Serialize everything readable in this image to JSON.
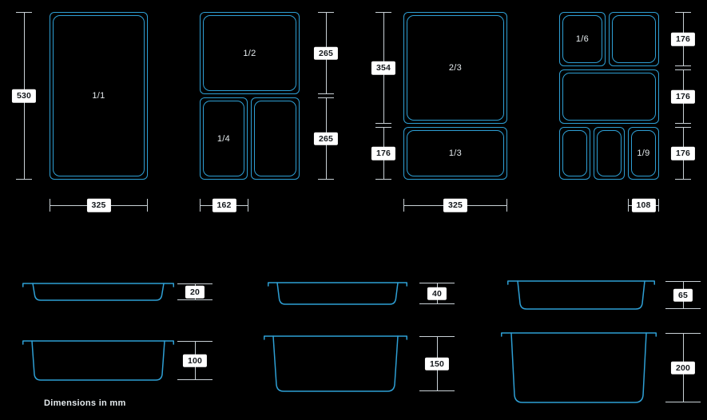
{
  "note": "Dimensions in mm",
  "colors": {
    "background": "#000000",
    "pan_outline": "#2e9fd4",
    "dimension_line": "#c9d1d6",
    "label_background": "#ffffff",
    "label_text": "#14181c",
    "fraction_text": "#e6ecef"
  },
  "top_views": {
    "gn11": {
      "fraction": "1/1",
      "height": "530",
      "width": "325"
    },
    "gn12": {
      "fraction_top": "1/2",
      "fraction_bottom_left": "1/4",
      "height_top": "265",
      "height_bottom": "265",
      "width": "162"
    },
    "gn23": {
      "fraction_top": "2/3",
      "fraction_bottom": "1/3",
      "height_top": "354",
      "height_bottom": "176",
      "width": "325"
    },
    "gn16": {
      "fraction_top_left": "1/6",
      "fraction_bottom_right": "1/9",
      "height_top": "176",
      "height_middle": "176",
      "height_bottom": "176",
      "width": "108"
    }
  },
  "side_views": {
    "depths": [
      "20",
      "40",
      "65",
      "100",
      "150",
      "200"
    ]
  }
}
